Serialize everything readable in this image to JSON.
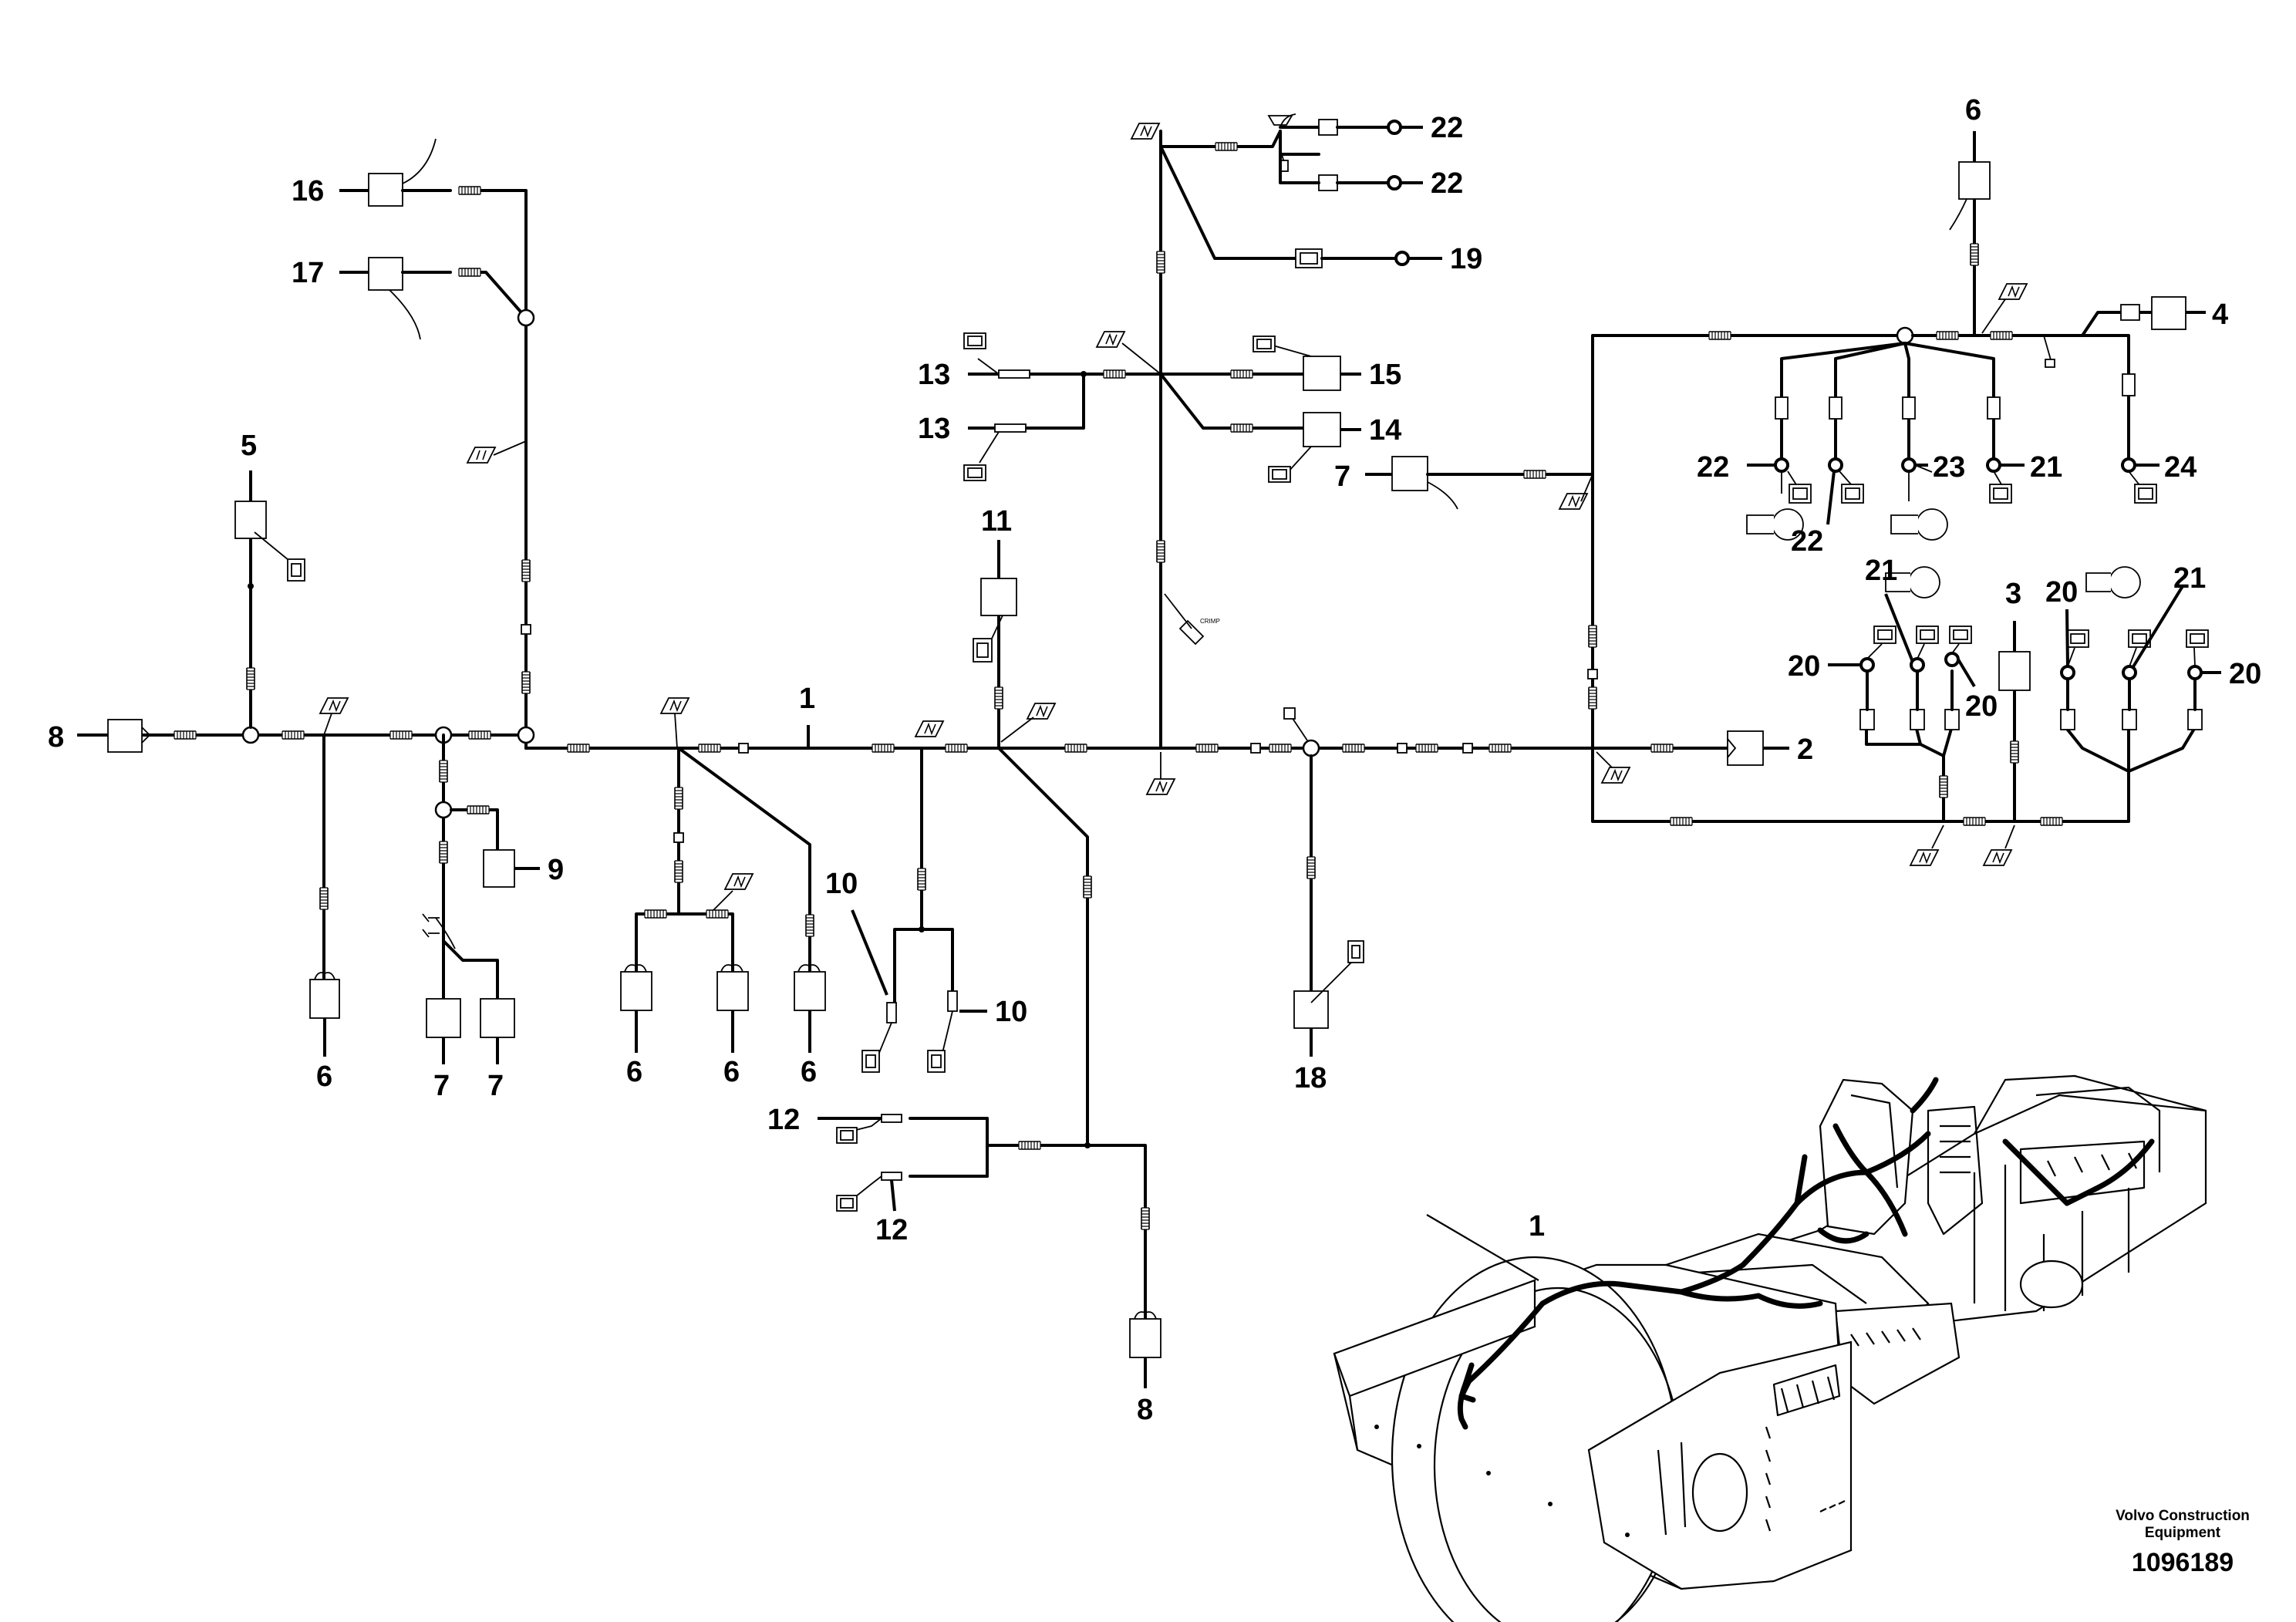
{
  "callouts": [
    {
      "id": "c1",
      "text": "1"
    },
    {
      "id": "c2",
      "text": "2"
    },
    {
      "id": "c3",
      "text": "3"
    },
    {
      "id": "c4",
      "text": "4"
    },
    {
      "id": "c5",
      "text": "5"
    },
    {
      "id": "c6a",
      "text": "6"
    },
    {
      "id": "c6b",
      "text": "6"
    },
    {
      "id": "c6c",
      "text": "6"
    },
    {
      "id": "c6d",
      "text": "6"
    },
    {
      "id": "c6e",
      "text": "6"
    },
    {
      "id": "c7a",
      "text": "7"
    },
    {
      "id": "c7b",
      "text": "7"
    },
    {
      "id": "c7c",
      "text": "7"
    },
    {
      "id": "c8a",
      "text": "8"
    },
    {
      "id": "c8b",
      "text": "8"
    },
    {
      "id": "c9",
      "text": "9"
    },
    {
      "id": "c10a",
      "text": "10"
    },
    {
      "id": "c10b",
      "text": "10"
    },
    {
      "id": "c11",
      "text": "11"
    },
    {
      "id": "c12a",
      "text": "12"
    },
    {
      "id": "c12b",
      "text": "12"
    },
    {
      "id": "c13a",
      "text": "13"
    },
    {
      "id": "c13b",
      "text": "13"
    },
    {
      "id": "c14",
      "text": "14"
    },
    {
      "id": "c15",
      "text": "15"
    },
    {
      "id": "c16",
      "text": "16"
    },
    {
      "id": "c17",
      "text": "17"
    },
    {
      "id": "c18",
      "text": "18"
    },
    {
      "id": "c19",
      "text": "19"
    },
    {
      "id": "c20a",
      "text": "20"
    },
    {
      "id": "c20b",
      "text": "20"
    },
    {
      "id": "c20c",
      "text": "20"
    },
    {
      "id": "c20d",
      "text": "20"
    },
    {
      "id": "c21a",
      "text": "21"
    },
    {
      "id": "c21b",
      "text": "21"
    },
    {
      "id": "c21c",
      "text": "21"
    },
    {
      "id": "c22a",
      "text": "22"
    },
    {
      "id": "c22b",
      "text": "22"
    },
    {
      "id": "c22c",
      "text": "22"
    },
    {
      "id": "c22d",
      "text": "22"
    },
    {
      "id": "c23",
      "text": "23"
    },
    {
      "id": "c24",
      "text": "24"
    },
    {
      "id": "c1m",
      "text": "1"
    }
  ],
  "footer": {
    "brand_line1": "Volvo Construction",
    "brand_line2": "Equipment",
    "drawing_number": "1096189"
  }
}
